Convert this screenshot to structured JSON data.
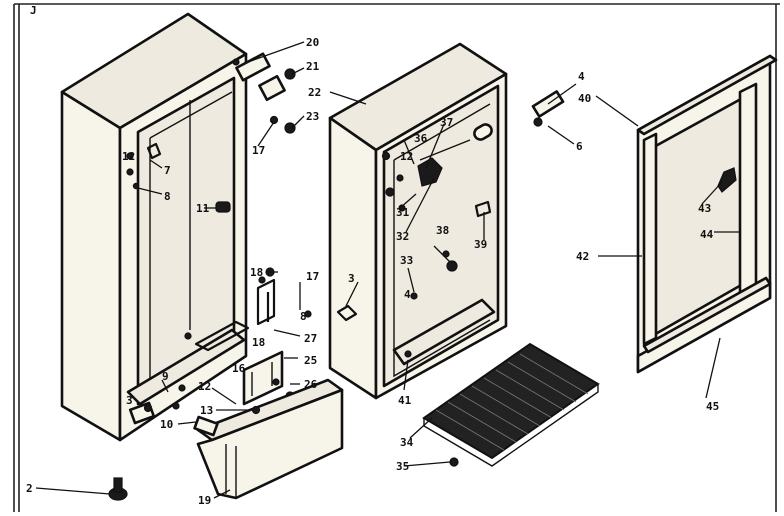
{
  "diagram": {
    "corner_mark": "J",
    "callouts": [
      {
        "id": "c-20",
        "text": "20"
      },
      {
        "id": "c-21",
        "text": "21"
      },
      {
        "id": "c-22",
        "text": "22"
      },
      {
        "id": "c-23",
        "text": "23"
      },
      {
        "id": "c-17a",
        "text": "17"
      },
      {
        "id": "c-12a",
        "text": "12"
      },
      {
        "id": "c-7",
        "text": "7"
      },
      {
        "id": "c-8a",
        "text": "8"
      },
      {
        "id": "c-11",
        "text": "11"
      },
      {
        "id": "c-18a",
        "text": "18"
      },
      {
        "id": "c-17b",
        "text": "17"
      },
      {
        "id": "c-8b",
        "text": "8"
      },
      {
        "id": "c-27",
        "text": "27"
      },
      {
        "id": "c-18b",
        "text": "18"
      },
      {
        "id": "c-25",
        "text": "25"
      },
      {
        "id": "c-26",
        "text": "26"
      },
      {
        "id": "c-16",
        "text": "16"
      },
      {
        "id": "c-12b",
        "text": "12"
      },
      {
        "id": "c-9",
        "text": "9"
      },
      {
        "id": "c-3a",
        "text": "3"
      },
      {
        "id": "c-13",
        "text": "13"
      },
      {
        "id": "c-10",
        "text": "10"
      },
      {
        "id": "c-2",
        "text": "2"
      },
      {
        "id": "c-19",
        "text": "19"
      },
      {
        "id": "c-36",
        "text": "36"
      },
      {
        "id": "c-37",
        "text": "37"
      },
      {
        "id": "c-12c",
        "text": "12"
      },
      {
        "id": "c-31",
        "text": "31"
      },
      {
        "id": "c-32",
        "text": "32"
      },
      {
        "id": "c-38",
        "text": "38"
      },
      {
        "id": "c-39",
        "text": "39"
      },
      {
        "id": "c-33",
        "text": "33"
      },
      {
        "id": "c-3b",
        "text": "3"
      },
      {
        "id": "c-4a",
        "text": "4"
      },
      {
        "id": "c-41",
        "text": "41"
      },
      {
        "id": "c-34",
        "text": "34"
      },
      {
        "id": "c-35",
        "text": "35"
      },
      {
        "id": "c-4b",
        "text": "4"
      },
      {
        "id": "c-40",
        "text": "40"
      },
      {
        "id": "c-6",
        "text": "6"
      },
      {
        "id": "c-43",
        "text": "43"
      },
      {
        "id": "c-44",
        "text": "44"
      },
      {
        "id": "c-42",
        "text": "42"
      },
      {
        "id": "c-45",
        "text": "45"
      }
    ]
  }
}
